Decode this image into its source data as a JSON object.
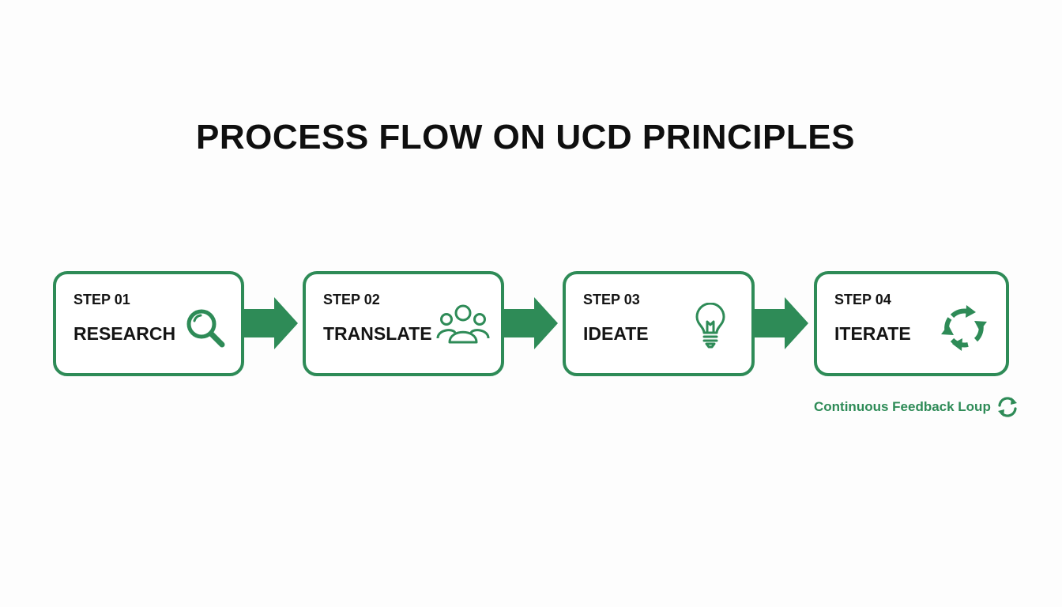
{
  "title": "PROCESS FLOW ON UCD PRINCIPLES",
  "accent_color": "#2e8b57",
  "steps": [
    {
      "number": "STEP 01",
      "title": "RESEARCH",
      "icon": "magnifier-icon"
    },
    {
      "number": "STEP 02",
      "title": "TRANSLATE",
      "icon": "people-group-icon"
    },
    {
      "number": "STEP 03",
      "title": "IDEATE",
      "icon": "lightbulb-icon"
    },
    {
      "number": "STEP 04",
      "title": "ITERATE",
      "icon": "cycle-arrows-icon"
    }
  ],
  "feedback": {
    "label": "Continuous Feedback Loup",
    "icon": "refresh-icon"
  }
}
